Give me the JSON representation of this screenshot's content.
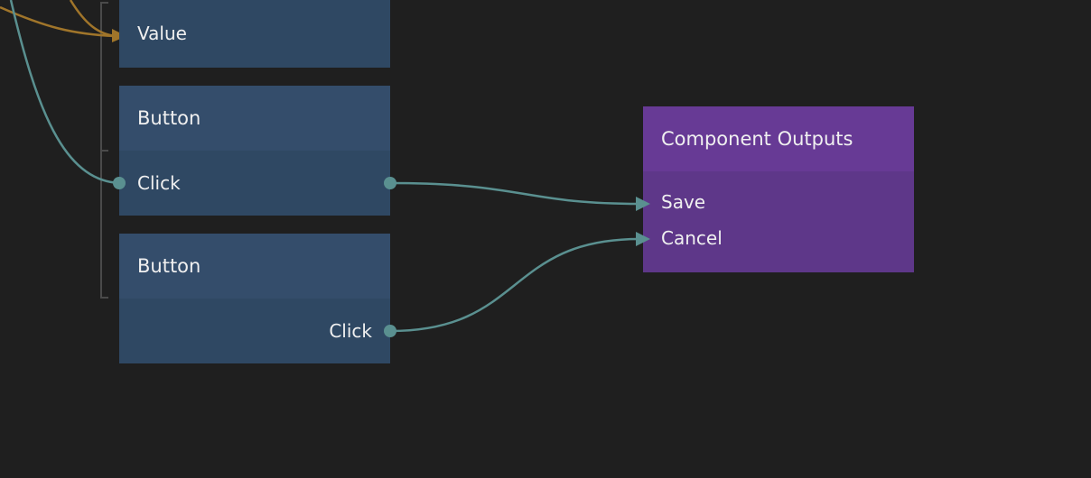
{
  "colors": {
    "background": "#1f1f1f",
    "node_header": "#344d6b",
    "node_body": "#2f4863",
    "outputs_header": "#673a95",
    "outputs_body": "#5e3789",
    "signal_connection": "#5a9090",
    "value_connection": "#a0752a"
  },
  "nodes": [
    {
      "title": "",
      "ports": [
        {
          "label": "Value"
        }
      ]
    },
    {
      "title": "Button",
      "ports": [
        {
          "label": "Click"
        }
      ]
    },
    {
      "title": "Button",
      "ports": [
        {
          "label": "Click"
        }
      ]
    }
  ],
  "component_outputs": {
    "title": "Component Outputs",
    "ports": [
      {
        "label": "Save"
      },
      {
        "label": "Cancel"
      }
    ]
  }
}
